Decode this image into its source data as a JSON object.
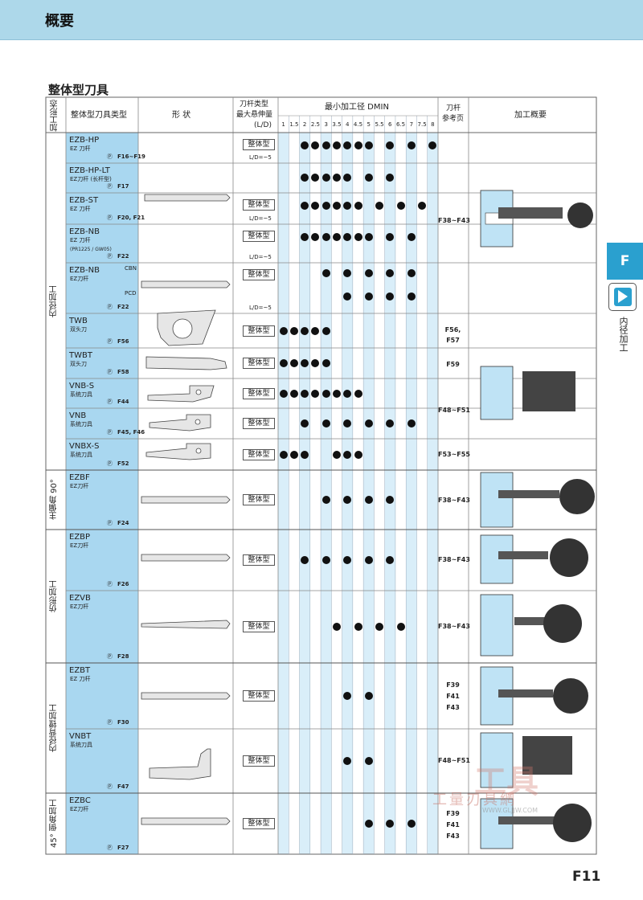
{
  "header": {
    "title": "概要"
  },
  "section_title": "整体型刀具",
  "side": {
    "tab": "F",
    "label": "内径加工"
  },
  "page_number": "F11",
  "watermark": {
    "logo": "工具",
    "text": "工量刃具網",
    "url": "WWW.GLJJW.COM"
  },
  "table": {
    "headers": {
      "process": "加工形态",
      "type": "整体型刀具类型",
      "shape": "形 状",
      "holder": [
        "刀杆类型",
        "最大悬伸量",
        "(L/D)"
      ],
      "dmin": "最小加工径 DMIN",
      "diameters": [
        "1",
        "1.5",
        "2",
        "2.5",
        "3",
        "3.5",
        "4",
        "4.5",
        "5",
        "5.5",
        "6",
        "6.5",
        "7",
        "7.5",
        "8"
      ],
      "ref": [
        "刀杆",
        "参考页"
      ],
      "overview": "加工概要"
    },
    "processes": [
      "内径加工",
      "主偏角 90°",
      "仿形加工",
      "内径背镗加工",
      "45° 倒角加工"
    ],
    "rows": [
      {
        "name": "EZB-HP",
        "sub": "EZ 刀杆",
        "page": "F16~F19",
        "badge": "整体型",
        "ld": "L/D=~5",
        "dots": [
          2,
          3,
          4,
          5,
          6,
          7,
          8,
          10,
          12,
          14
        ]
      },
      {
        "name": "EZB-HP-LT",
        "sub": "EZ刀杆 (长杆型)",
        "page": "F17",
        "badge": "",
        "ld": "",
        "dots": [
          2,
          3,
          4,
          5,
          6,
          8,
          10
        ]
      },
      {
        "name": "EZB-ST",
        "sub": "EZ 刀杆",
        "page": "F20, F21",
        "badge": "整体型",
        "ld": "L/D=~5",
        "dots": [
          2,
          3,
          4,
          5,
          6,
          7,
          9,
          11,
          13
        ]
      },
      {
        "name": "EZB-NB",
        "sub": "EZ 刀杆",
        "sub2": "(PR1225 / GW05)",
        "page": "F22",
        "badge": "整体型",
        "ld": "L/D=~5",
        "dots": [
          2,
          3,
          4,
          5,
          6,
          7,
          8,
          10,
          12
        ]
      },
      {
        "name": "EZB-NB",
        "sub": "EZ刀杆",
        "top": "CBN",
        "mid": "PCD",
        "page": "F22",
        "badge": "整体型",
        "ld": "L/D=~5",
        "dots": [
          4,
          6,
          8,
          10,
          12
        ],
        "dots2": [
          6,
          8,
          10,
          12
        ]
      },
      {
        "name": "TWB",
        "sub": "双头刀",
        "page": "F56",
        "badge": "整体型",
        "dots": [
          0,
          1,
          2,
          3,
          4
        ]
      },
      {
        "name": "TWBT",
        "sub": "双头刀",
        "page": "F58",
        "badge": "整体型",
        "dots": [
          0,
          1,
          2,
          3,
          4
        ]
      },
      {
        "name": "VNB-S",
        "sub": "系统刀具",
        "page": "F44",
        "badge": "整体型",
        "dots": [
          0,
          1,
          2,
          3,
          4,
          5,
          6,
          7
        ]
      },
      {
        "name": "VNB",
        "sub": "系统刀具",
        "page": "F45, F46",
        "badge": "整体型",
        "dots": [
          2,
          4,
          6,
          8,
          10,
          12
        ]
      },
      {
        "name": "VNBX-S",
        "sub": "系统刀具",
        "page": "F52",
        "badge": "整体型",
        "dots": [
          0,
          1,
          2,
          5,
          6,
          7
        ]
      },
      {
        "name": "EZBF",
        "sub": "EZ刀杆",
        "page": "F24",
        "badge": "整体型",
        "dots": [
          4,
          6,
          8,
          10
        ]
      },
      {
        "name": "EZBP",
        "sub": "EZ刀杆",
        "page": "F26",
        "badge": "整体型",
        "dots": [
          2,
          4,
          6,
          8,
          10
        ]
      },
      {
        "name": "EZVB",
        "sub": "EZ刀杆",
        "page": "F28",
        "badge": "整体型",
        "dots": [
          5,
          7,
          9,
          11
        ]
      },
      {
        "name": "EZBT",
        "sub": "EZ 刀杆",
        "page": "F30",
        "badge": "整体型",
        "dots": [
          6,
          8
        ]
      },
      {
        "name": "VNBT",
        "sub": "系统刀具",
        "page": "F47",
        "badge": "整体型",
        "dots": [
          6,
          8
        ]
      },
      {
        "name": "EZBC",
        "sub": "EZ刀杆",
        "page": "F27",
        "badge": "整体型",
        "dots": [
          8,
          10,
          12
        ]
      }
    ],
    "ref_pages": [
      "F38~F43",
      "F56, F57",
      "F59",
      "F48~F51",
      "F53~F55",
      "F38~F43",
      "F38~F43",
      "F38~F43",
      "F39",
      "F41",
      "F43",
      "F48~F51",
      "F39",
      "F41",
      "F43"
    ]
  }
}
